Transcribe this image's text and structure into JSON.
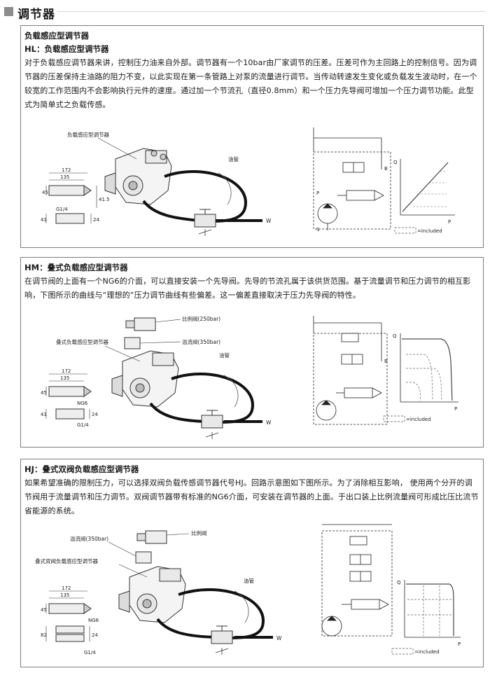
{
  "header": {
    "title": "调节器"
  },
  "hl": {
    "subtitle": "负载感应型调节器",
    "title": "HL：负载感应型调节器",
    "paragraph": "对于负载感应调节器来讲，控制压力油来自外部。调节器有一个10bar由厂家调节的压差。压差可作为主回路上的控制信号。因为调节器的压差保持主油路的阻力不变，以此实现在第一条管路上对泵的流量进行调节。当传动转速发生变化或负载发生波动时，在一个较宽的工作范围内不会影响执行元件的速度。通过加一个节流孔（直径0.8mm）和一个压力先导阀可增加一个压力调节功能。此型式为简单式之负载传感。",
    "fig": {
      "regulator_label": "负载感应型调节器",
      "pipe_label": "油管",
      "w_label": "W",
      "dim_172": "172",
      "dim_135": "135",
      "dim_45": "45",
      "dim_415": "41.5",
      "dim_g14": "G1/4",
      "dim_41": "41",
      "dim_24": "24",
      "included": "=included",
      "q": "Q",
      "p": "P"
    }
  },
  "hm": {
    "title": "HM：叠式负载感应型调节器",
    "paragraph": "在调节阀的上面有一个NG6的介面，可以直接安装一个先导阀。先导的节流孔属于该供货范围。基于流量调节和压力调节的相互影响，下图所示的曲线与“理想的”压力调节曲线有些偏差。这一偏差直接取决于压力先导阀的特性。",
    "fig": {
      "prop_label": "比例阀(250bar)",
      "relief_label": "溢流阀(350bar)",
      "regulator_label": "叠式负载感应型调节器",
      "pipe_label": "油管",
      "w_label": "W",
      "dim_172": "172",
      "dim_135": "135",
      "dim_45": "45",
      "dim_ng6": "NG6",
      "dim_41": "41",
      "dim_24": "24",
      "dim_g14": "G1/4",
      "included": "=included",
      "q": "Q",
      "p": "P"
    }
  },
  "hj": {
    "title": "HJ：叠式双阀负载感应型调节器",
    "paragraph": "如果希望准确的限制压力，可以选择双阀负载传感调节器代号HJ。回路示意图如下图所示。为了消除相互影响， 使用两个分开的调节阀用于流量调节和压力调节。双阀调节器带有标准的NG6介面，可安装在调节器的上面。于出口装上比例流量阀可形成比压比流节省能源的系统。",
    "fig": {
      "relief_label": "溢流阀(350bar)",
      "prop_label": "比例阀",
      "regulator_label": "叠式双阀负载感应型调节器",
      "pipe_label": "油管",
      "w_label": "W",
      "dim_172": "172",
      "dim_135": "135",
      "dim_45": "45",
      "dim_ng6": "NG6",
      "dim_82": "82",
      "dim_24": "24",
      "dim_g14": "G1/4",
      "included": "=included",
      "q": "Q",
      "p": "P"
    }
  }
}
